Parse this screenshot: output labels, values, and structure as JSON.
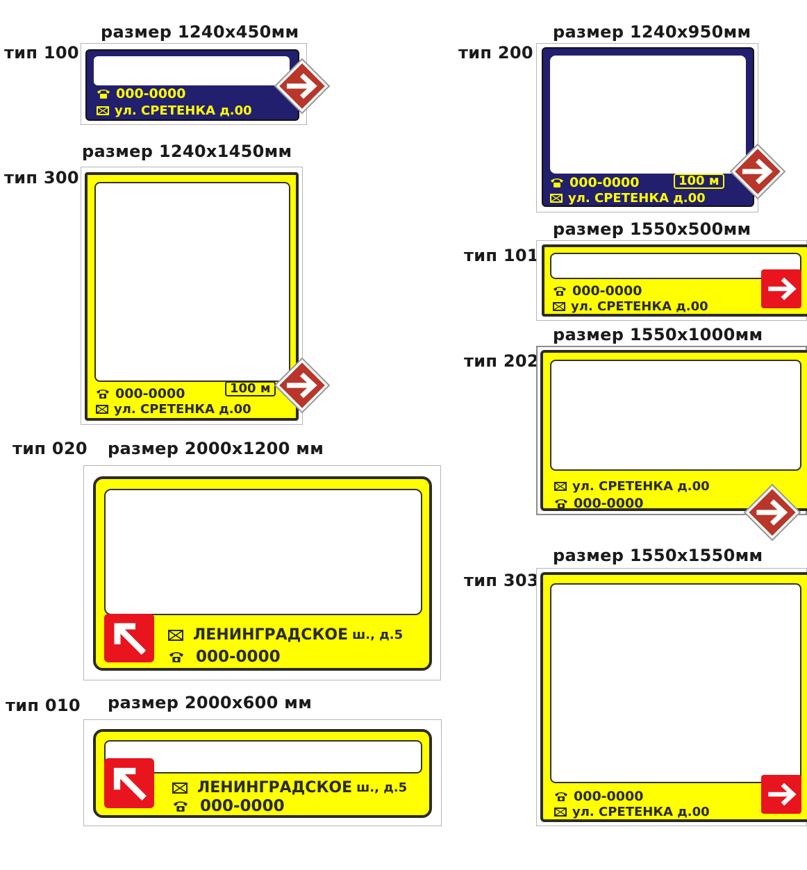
{
  "signs": {
    "t100": {
      "type": "тип 100",
      "size": "размер 1240х450мм",
      "phone": "000-0000",
      "address": "ул. СРЕТЕНКА д.00"
    },
    "t200": {
      "type": "тип 200",
      "size": "размер 1240х950мм",
      "phone": "000-0000",
      "address": "ул. СРЕТЕНКА д.00",
      "distance": "100 м"
    },
    "t300": {
      "type": "тип 300",
      "size": "размер 1240х1450мм",
      "phone": "000-0000",
      "address": "ул. СРЕТЕНКА д.00",
      "distance": "100 м"
    },
    "t101": {
      "type": "тип 101",
      "size": "размер 1550х500мм",
      "phone": "000-0000",
      "address": "ул. СРЕТЕНКА д.00"
    },
    "t202": {
      "type": "тип 202",
      "size": "размер 1550х1000мм",
      "phone": "000-0000",
      "address": "ул. СРЕТЕНКА д.00"
    },
    "t020": {
      "type": "тип 020",
      "size": "размер 2000х1200 мм",
      "phone": "000-0000",
      "address_main": "ЛЕНИНГРАДСКОЕ",
      "address_small": "ш., д.5"
    },
    "t010": {
      "type": "тип 010",
      "size": "размер 2000х600 мм",
      "phone": "000-0000",
      "address_main": "ЛЕНИНГРАДСКОЕ",
      "address_small": "ш., д.5"
    },
    "t303": {
      "type": "тип 303",
      "size": "размер 1550х1550мм",
      "phone": "000-0000",
      "address": "ул. СРЕТЕНКА д.00"
    }
  },
  "icons": {
    "phone": "phone-icon",
    "mail": "envelope-icon",
    "arrow_right": "arrow-right-icon",
    "arrow_up_left": "arrow-up-left-icon"
  },
  "colors": {
    "yellow": "#ffff00",
    "navy": "#221f6e",
    "red": "#e8141e",
    "diamond_red": "#c0392b"
  }
}
